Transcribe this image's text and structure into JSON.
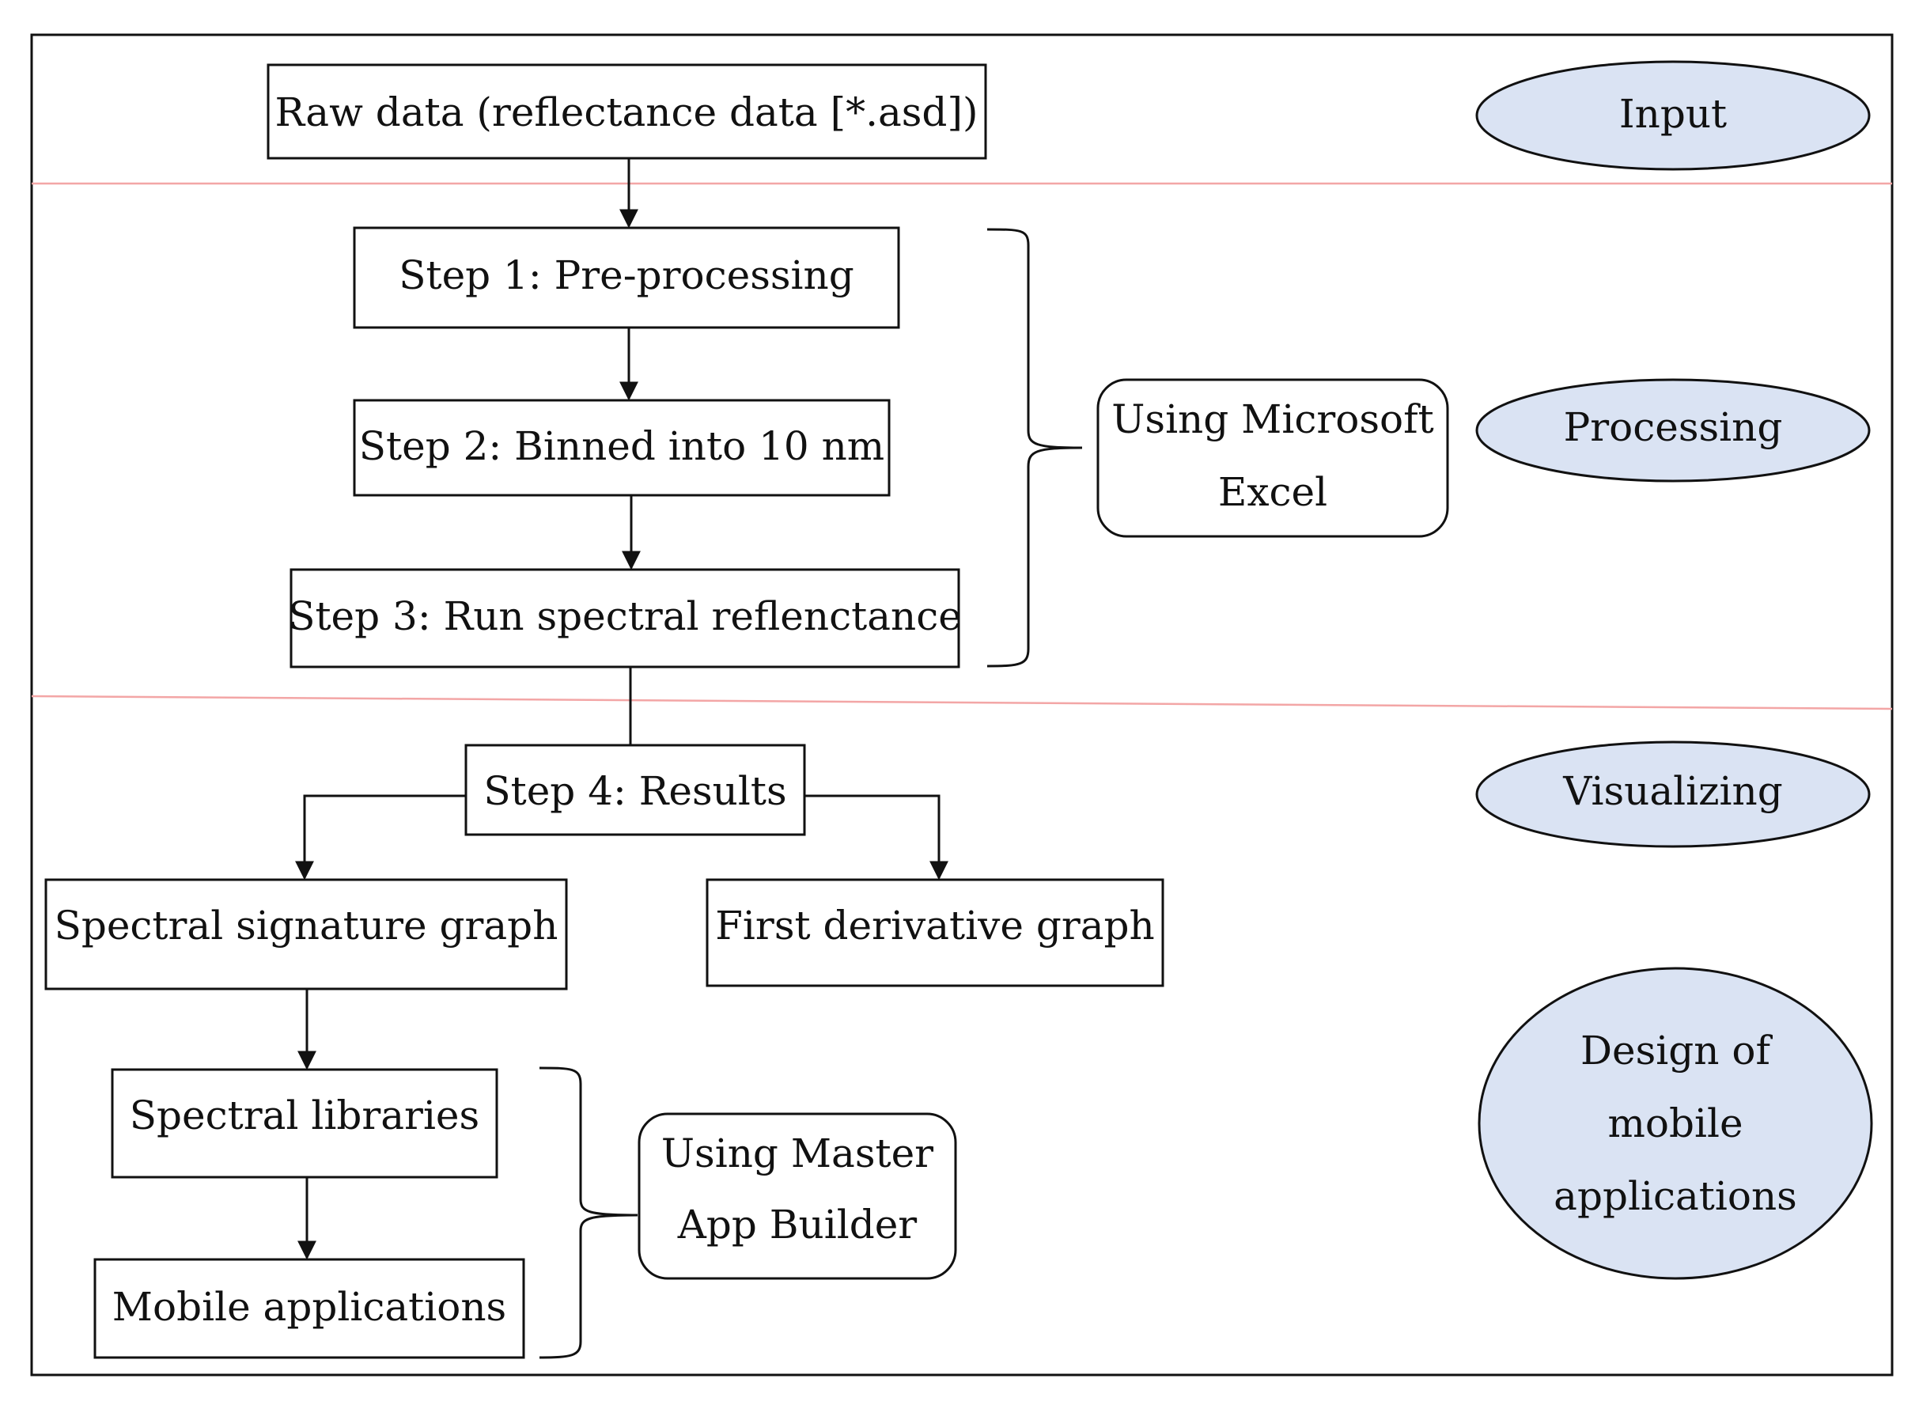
{
  "colors": {
    "highlight_box": "#FDE08D",
    "stage_ellipse": "#DAE3F3",
    "divider_line": "#F3A6A6",
    "stroke": "#111111"
  },
  "boxes": {
    "raw_data": "Raw data (reflectance data [*.asd])",
    "step1": "Step 1: Pre-processing",
    "step2": "Step 2: Binned into 10 nm",
    "step3": "Step 3: Run spectral reflenctance",
    "step4": "Step 4: Results",
    "spectral_signature": "Spectral signature graph",
    "first_derivative": "First derivative graph",
    "spectral_libraries": "Spectral libraries",
    "mobile_applications": "Mobile applications"
  },
  "tools": {
    "excel": [
      "Using Microsoft",
      "Excel"
    ],
    "master_app": [
      "Using Master",
      "App Builder"
    ]
  },
  "stages": {
    "input": "Input",
    "processing": "Processing",
    "visualizing": "Visualizing",
    "design": [
      "Design of",
      "mobile",
      "applications"
    ]
  }
}
